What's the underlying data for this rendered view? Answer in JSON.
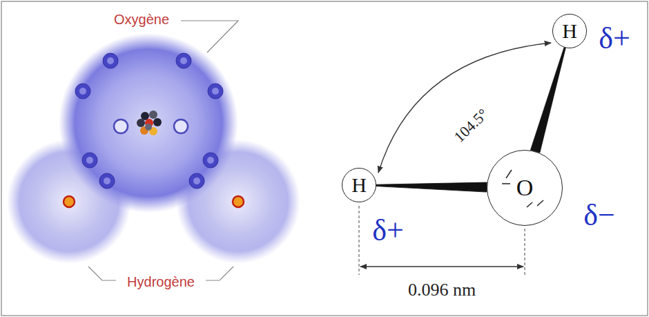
{
  "diagram": {
    "nodes": [
      {
        "text": [
          "H"
        ]
      },
      {
        "text": [
          "H"
        ]
      },
      {
        "text": [
          "O"
        ]
      }
    ],
    "edges": [
      {
        "from": 1,
        "to": 2,
        "arrow": "none"
      },
      {
        "from": 0,
        "to": 2,
        "arrow": "none"
      }
    ],
    "labels": [
      "Oxygène",
      "δ+",
      "104.5°",
      "δ+",
      "δ−",
      "Hydrogène",
      "0.096 nm"
    ]
  }
}
